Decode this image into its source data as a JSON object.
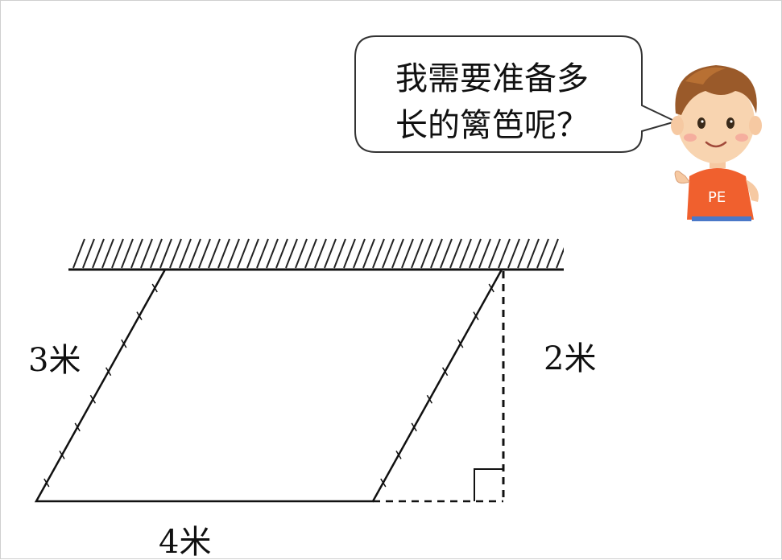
{
  "speech_bubble": {
    "line1": "我需要准备多",
    "line2": "长的篱笆呢？"
  },
  "figure": {
    "left_side_label": "3米",
    "height_label": "2米",
    "base_label": "4米"
  },
  "character": {
    "shirt_text": "PE",
    "icon": "boy-character-icon"
  }
}
